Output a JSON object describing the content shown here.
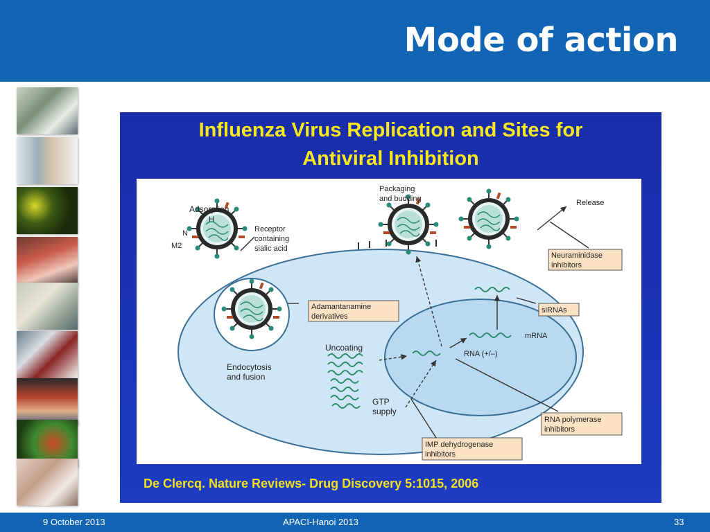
{
  "slide": {
    "title": "Mode of action"
  },
  "figure": {
    "title_line1": "Influenza Virus Replication and Sites for",
    "title_line2": "Antiviral Inhibition",
    "citation": "De Clercq. Nature Reviews- Drug Discovery 5:1015, 2006",
    "labels": {
      "adsorption": "Adsorption",
      "h": "H",
      "n": "N",
      "m2": "M2",
      "receptor_1": "Receptor",
      "receptor_2": "containing",
      "receptor_3": "sialic acid",
      "packaging_1": "Packaging",
      "packaging_2": "and budding",
      "release": "Release",
      "neuraminidase_1": "Neuraminidase",
      "neuraminidase_2": "inhibitors",
      "adamantanamine_1": "Adamantanamine",
      "adamantanamine_2": "derivatives",
      "sirnas": "siRNAs",
      "mrna": "mRNA",
      "rna": "RNA (+/–)",
      "uncoating": "Uncoating",
      "endocytosis_1": "Endocytosis",
      "endocytosis_2": "and fusion",
      "gtp_1": "GTP",
      "gtp_2": "supply",
      "rna_polymerase_1": "RNA polymerase",
      "rna_polymerase_2": "inhibitors",
      "imp_1": "IMP dehydrogenase",
      "imp_2": "inhibitors"
    }
  },
  "footer": {
    "date": "9 October 2013",
    "event": "APACI-Hanoi 2013",
    "page": "33"
  },
  "colors": {
    "header": "#1265b5",
    "figure_bg": "#1b33b5",
    "figure_title": "#f8e81e",
    "cell": "#cfe6f6",
    "nucleus": "#b8d9f0",
    "inhibitor_box": "#fbe2c4"
  },
  "sidebar_photos": [
    "lab-worker-photo",
    "lab-bottles-photo",
    "fluorescent-cells-photo",
    "petri-dish-photo",
    "centrifuge-photo",
    "pipetting-photo",
    "lab-equipment-photo",
    "stained-cells-photo",
    "researcher-photo"
  ]
}
